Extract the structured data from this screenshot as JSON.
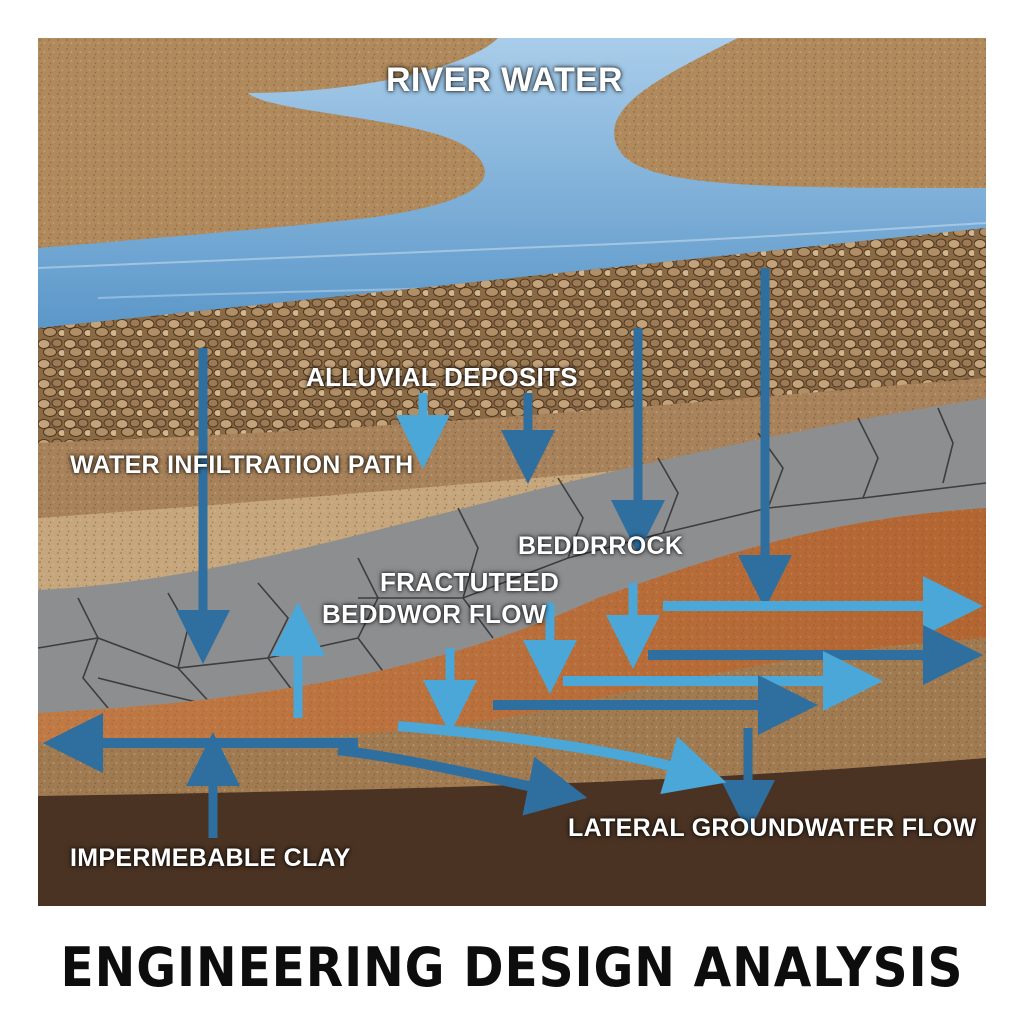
{
  "labels": {
    "river_water": "RIVER WATER",
    "alluvial_deposits": "ALLUVIAL DEPOSITS",
    "water_infiltration_path": "WATER INFILTRATION PATH",
    "bedrock": "BEDDRROCK",
    "fractured_bedrock_line1": "FRACTUTEED",
    "fractured_bedrock_line2": "BEDDWOR FLOW",
    "lateral_groundwater_flow": "LATERAL GROUNDWATER FLOW",
    "impermeable_clay": "IMPERMEBABLE CLAY"
  },
  "title": "ENGINEERING DESIGN ANALYSIS",
  "colors": {
    "sand": "#b08a5c",
    "water": "#7fb0d8",
    "gravel": "#8a6a45",
    "bedrock": "#8d8e90",
    "aquifer": "#b86d3a",
    "clay": "#4a3323",
    "arrow_dark": "#2f6f9f",
    "arrow_light": "#4aa7d8"
  }
}
